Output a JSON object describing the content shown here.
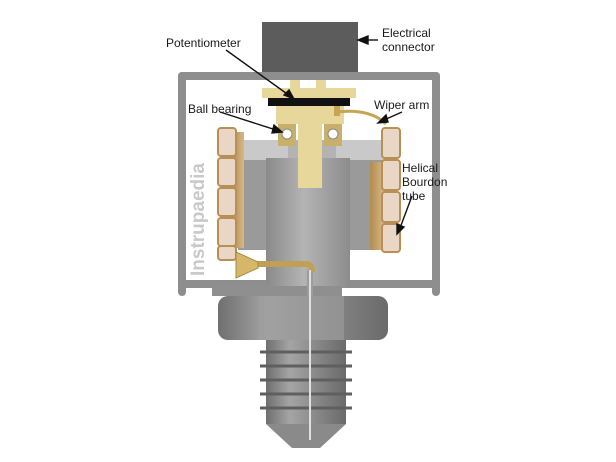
{
  "labels": {
    "electrical_connector_line1": "Electrical",
    "electrical_connector_line2": "connector",
    "potentiometer": "Potentiometer",
    "ball_bearing": "Ball bearing",
    "wiper_arm": "Wiper arm",
    "helical_line1": "Helical",
    "helical_line2": "Bourdon",
    "helical_line3": "tube"
  },
  "watermark": "Instrupaedia",
  "colors": {
    "frame": "#8e8e8e",
    "connector": "#5c5c5c",
    "body": "#a9a9a9",
    "body_dark": "#7f7f7f",
    "brass": "#e8d79a",
    "brass_dark": "#b89a4a",
    "bourdon_face": "#e9d6c4",
    "bourdon_edge": "#b88f55",
    "potentiometer": "#111111",
    "arrow": "#111111"
  }
}
